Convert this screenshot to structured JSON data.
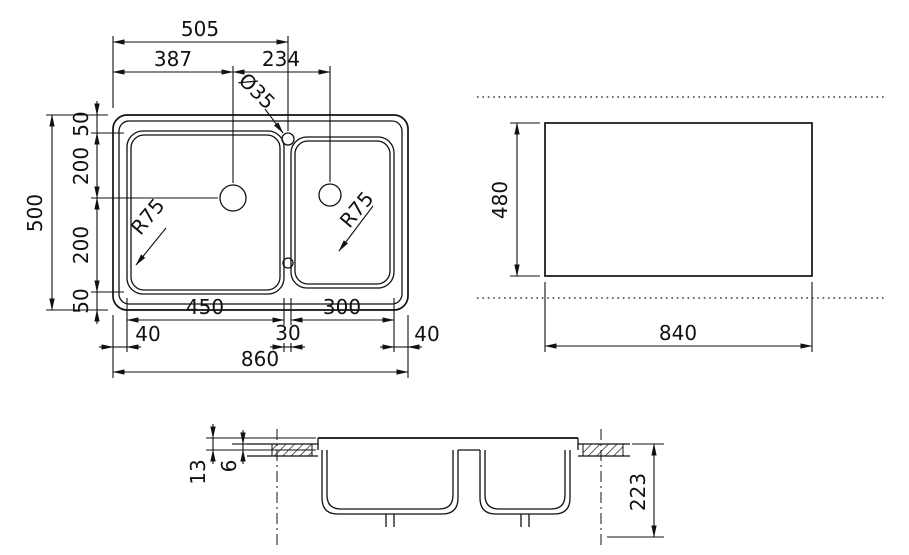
{
  "colors": {
    "line": "#111111",
    "background": "#ffffff"
  },
  "drawing": {
    "plan_view": {
      "top_dims": {
        "d505": "505",
        "d387": "387",
        "d234": "234"
      },
      "hole_dim": "Ø35",
      "left_dims": {
        "d50_top": "50",
        "d200_top": "200",
        "d200_bottom": "200",
        "d50_bottom": "50",
        "d500": "500"
      },
      "radii": {
        "left_bowl": "R75",
        "right_bowl": "R75"
      },
      "bottom_dims": {
        "d450": "450",
        "d300": "300",
        "d40_left": "40",
        "d30": "30",
        "d40_right": "40",
        "d860": "860"
      }
    },
    "side_view": {
      "d480": "480",
      "d840": "840"
    },
    "section_view": {
      "d13": "13",
      "d6": "6",
      "d223": "223"
    }
  }
}
